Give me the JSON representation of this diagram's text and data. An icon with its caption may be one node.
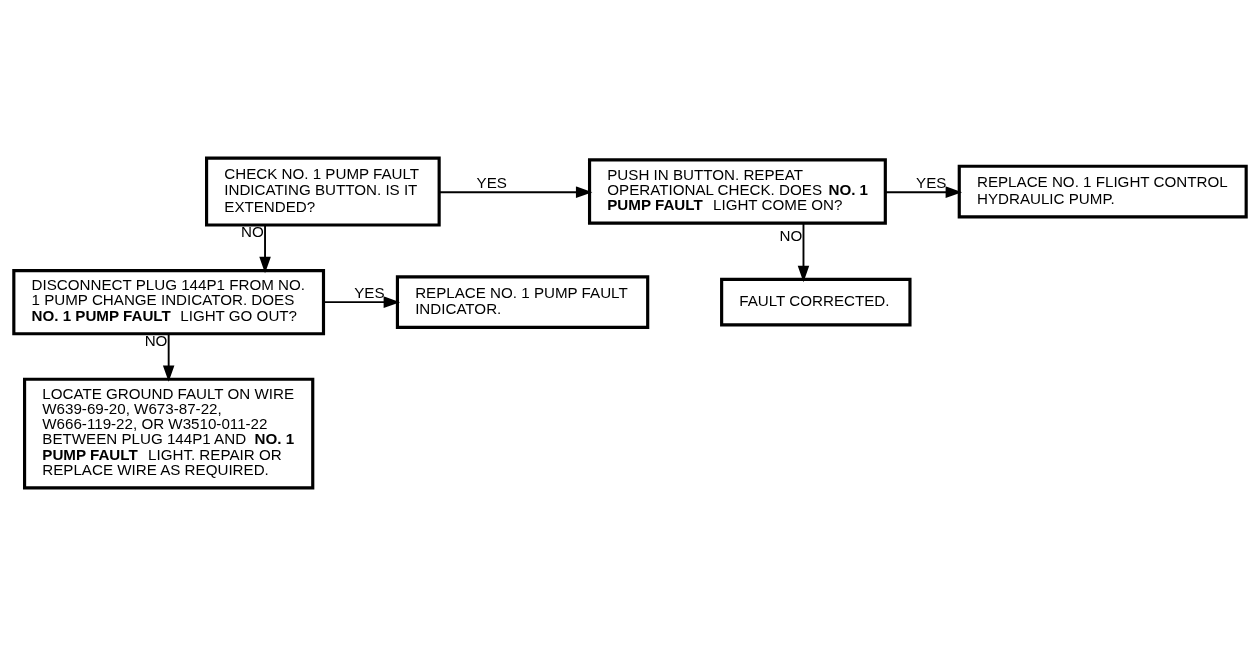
{
  "diagram": {
    "nodes": [
      {
        "text": [
          "CHECK NO. 1 PUMP FAULT INDICATING BUTTON. IS IT EXTENDED?"
        ]
      },
      {
        "text": [
          "PUSH IN BUTTON. REPEAT OPERATIONAL CHECK. DOES **NO. 1 PUMP FAULT** LIGHT COME ON?"
        ]
      },
      {
        "text": [
          "REPLACE NO. 1 FLIGHT CONTROL HYDRAULIC PUMP."
        ]
      },
      {
        "text": [
          "FAULT CORRECTED."
        ]
      },
      {
        "text": [
          "DISCONNECT PLUG 144P1 FROM NO. 1 PUMP CHANGE INDICATOR. DOES **NO. 1 PUMP FAULT** LIGHT GO OUT?"
        ]
      },
      {
        "text": [
          "REPLACE NO. 1 PUMP FAULT INDICATOR."
        ]
      },
      {
        "text": [
          "LOCATE GROUND FAULT ON WIRE W639-69-20, W673-87-22, W666-119-22, OR W3510-011-22 BETWEEN PLUG 144P1 AND **NO. 1 PUMP FAULT** LIGHT. REPAIR OR REPLACE WIRE AS REQUIRED."
        ]
      }
    ],
    "edges": [
      {
        "from": 0,
        "to": 1,
        "arrow": "to",
        "label": "YES"
      },
      {
        "from": 1,
        "to": 2,
        "arrow": "to",
        "label": "YES"
      },
      {
        "from": 1,
        "to": 3,
        "arrow": "to",
        "label": "NO"
      },
      {
        "from": 0,
        "to": 4,
        "arrow": "to",
        "label": "NO"
      },
      {
        "from": 4,
        "to": 5,
        "arrow": "to",
        "label": "YES"
      },
      {
        "from": 4,
        "to": 6,
        "arrow": "to",
        "label": "NO"
      }
    ]
  }
}
